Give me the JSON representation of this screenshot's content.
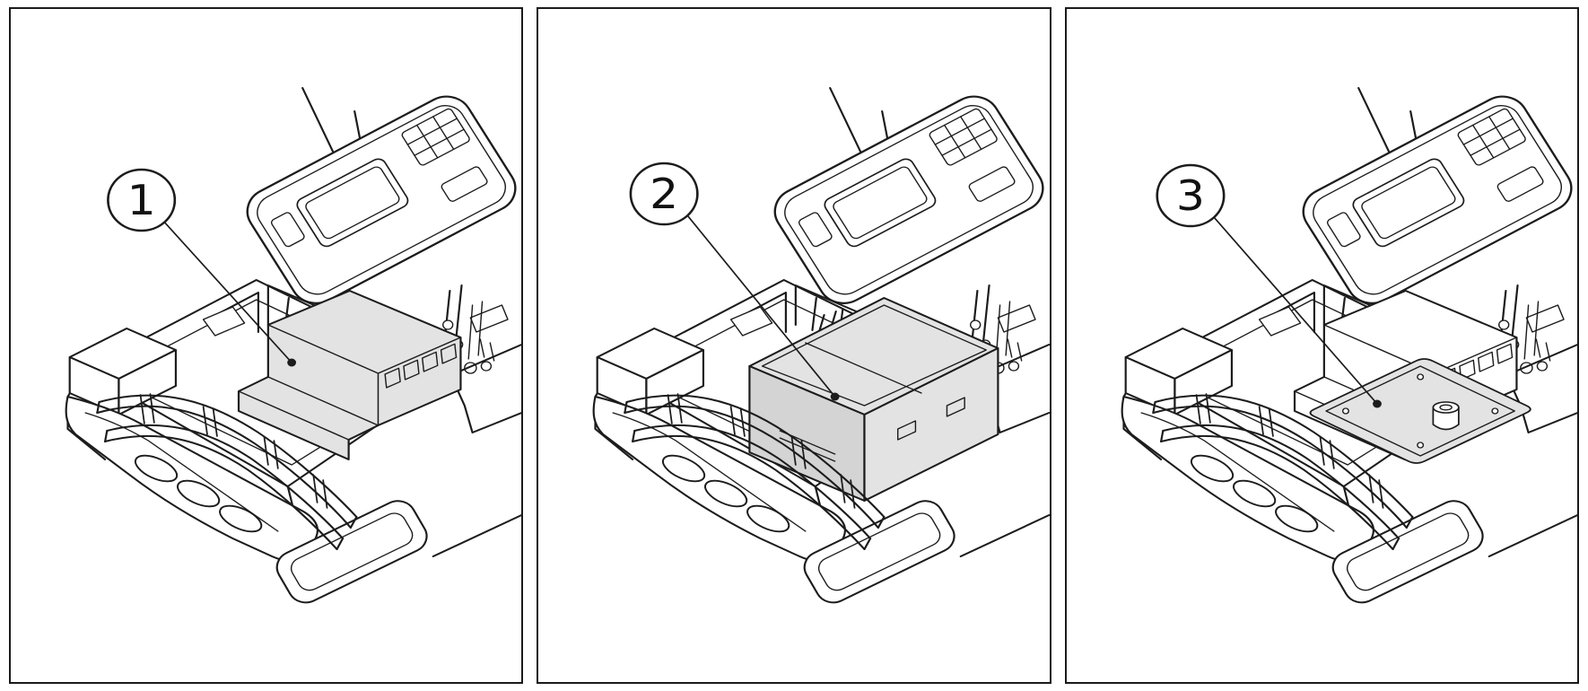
{
  "figure": {
    "panels": [
      {
        "label": "1"
      },
      {
        "label": "2"
      },
      {
        "label": "3"
      }
    ],
    "colors": {
      "line": "#1c1c1c",
      "highlight": "#e3e3e3",
      "highlight_dark": "#d7d7d7",
      "background": "#ffffff"
    }
  }
}
